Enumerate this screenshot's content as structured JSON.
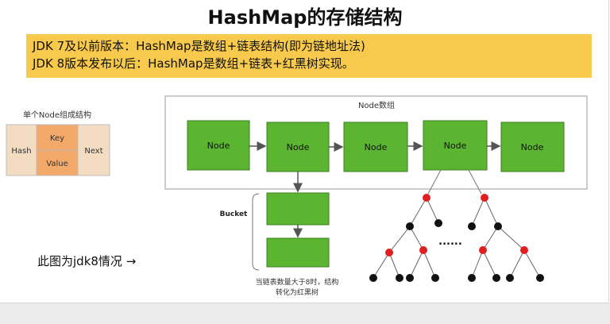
{
  "title": "HashMap的存储结构",
  "notes": [
    "JDK 7及以前版本：HashMap是数组+链表结构(即为链地址法)",
    "JDK 8版本发布以后：HashMap是数组+链表+红黑树实现。"
  ],
  "node_structure": {
    "caption": "单个Node组成结构",
    "hash": "Hash",
    "key": "Key",
    "value": "Value",
    "next": "Next"
  },
  "array": {
    "label": "Node数组",
    "nodes": [
      "Node",
      "Node",
      "Node",
      "Node",
      "Node"
    ]
  },
  "bucket_label": "Bucket",
  "ellipsis": "......",
  "tree_note": [
    "当链表数量大于8时，结构",
    "转化为红黑树"
  ],
  "side_caption": "此图为jdk8情况 →",
  "colors": {
    "node_green": "#5cb531",
    "node_cell": "#f3dcc2",
    "key_value_cell": "#f2a96a",
    "highlight": "#f7c94c",
    "red_node": "#e02020",
    "black_node": "#111111"
  }
}
